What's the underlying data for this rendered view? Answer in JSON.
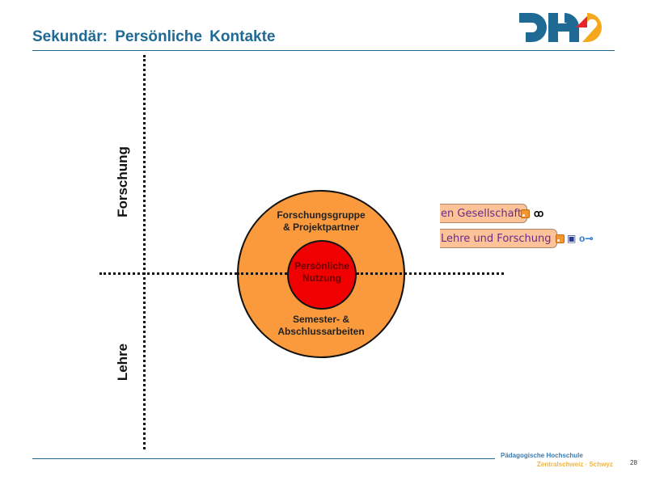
{
  "slide": {
    "title": "Sekundär:  Persönliche  Kontakte",
    "page_number": "28"
  },
  "logo": {
    "text": "PHZ",
    "colors": {
      "blue": "#1f6a94",
      "red": "#e8232a",
      "orange": "#f5a81c"
    }
  },
  "axes": {
    "vertical_top_label": "Forschung",
    "vertical_bottom_label": "Lehre"
  },
  "circles": {
    "outer_top_line1": "Forschungsgruppe",
    "outer_top_line2": "& Projektpartner",
    "outer_bottom_line1": "Semester- &",
    "outer_bottom_line2": "Abschlussarbeiten",
    "inner_line1": "Persönliche",
    "inner_line2": "Nutzung",
    "outer_color": "#fa9a3c",
    "inner_color": "#f00000"
  },
  "screenshot_crop": {
    "items": [
      {
        "label": "en Gesellschaft",
        "icons": [
          "rss-icon",
          "glasses-icon"
        ]
      },
      {
        "label": "Lehre und Forschung",
        "icons": [
          "rss-icon",
          "save-icon",
          "key-icon"
        ]
      }
    ]
  },
  "footer": {
    "institution_line1": "Pädagogische Hochschule",
    "institution_line2": "Zentralschweiz · Schwyz"
  }
}
